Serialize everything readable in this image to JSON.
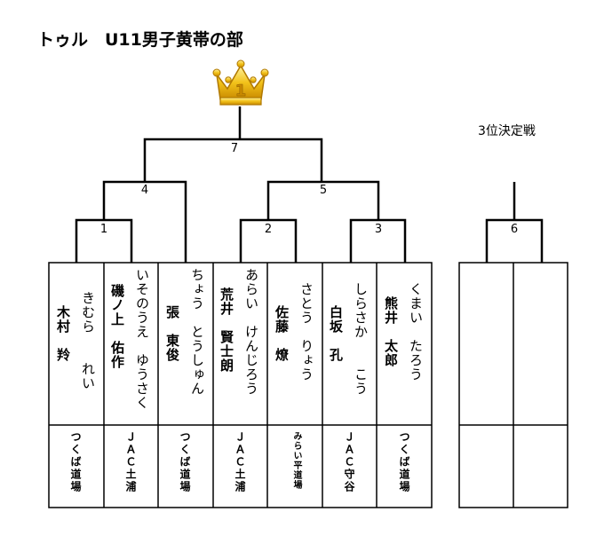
{
  "title": "トゥル　U11男子黄帯の部",
  "third_place_title": "3位決定戦",
  "crown_label": "1",
  "matches": [
    {
      "num": "7"
    },
    {
      "num": "4"
    },
    {
      "num": "5"
    },
    {
      "num": "1"
    },
    {
      "num": "2"
    },
    {
      "num": "3"
    },
    {
      "num": "6"
    }
  ],
  "players": [
    {
      "kana_family": "きむら",
      "kana_given": "れい",
      "kanji_family": "木村",
      "kanji_given": "羚",
      "club": "つくば道場"
    },
    {
      "kana_family": "いそのうえ",
      "kana_given": "ゆうさく",
      "kanji_family": "磯ノ上",
      "kanji_given": "佑作",
      "club": "ＪＡＣ土浦"
    },
    {
      "kana_family": "ちょう",
      "kana_given": "とうしゅん",
      "kanji_family": "張",
      "kanji_given": "東俊",
      "club": "つくば道場"
    },
    {
      "kana_family": "あらい",
      "kana_given": "けんじろう",
      "kanji_family": "荒井",
      "kanji_given": "賢士朗",
      "club": "ＪＡＣ土浦"
    },
    {
      "kana_family": "さとう",
      "kana_given": "りょう",
      "kanji_family": "佐藤",
      "kanji_given": "燎",
      "club": "みらい平道場"
    },
    {
      "kana_family": "しらさか",
      "kana_given": "こう",
      "kanji_family": "白坂",
      "kanji_given": "孔",
      "club": "ＪＡＣ守谷"
    },
    {
      "kana_family": "くまい",
      "kana_given": "たろう",
      "kanji_family": "熊井",
      "kanji_given": "太郎",
      "club": "つくば道場"
    }
  ]
}
